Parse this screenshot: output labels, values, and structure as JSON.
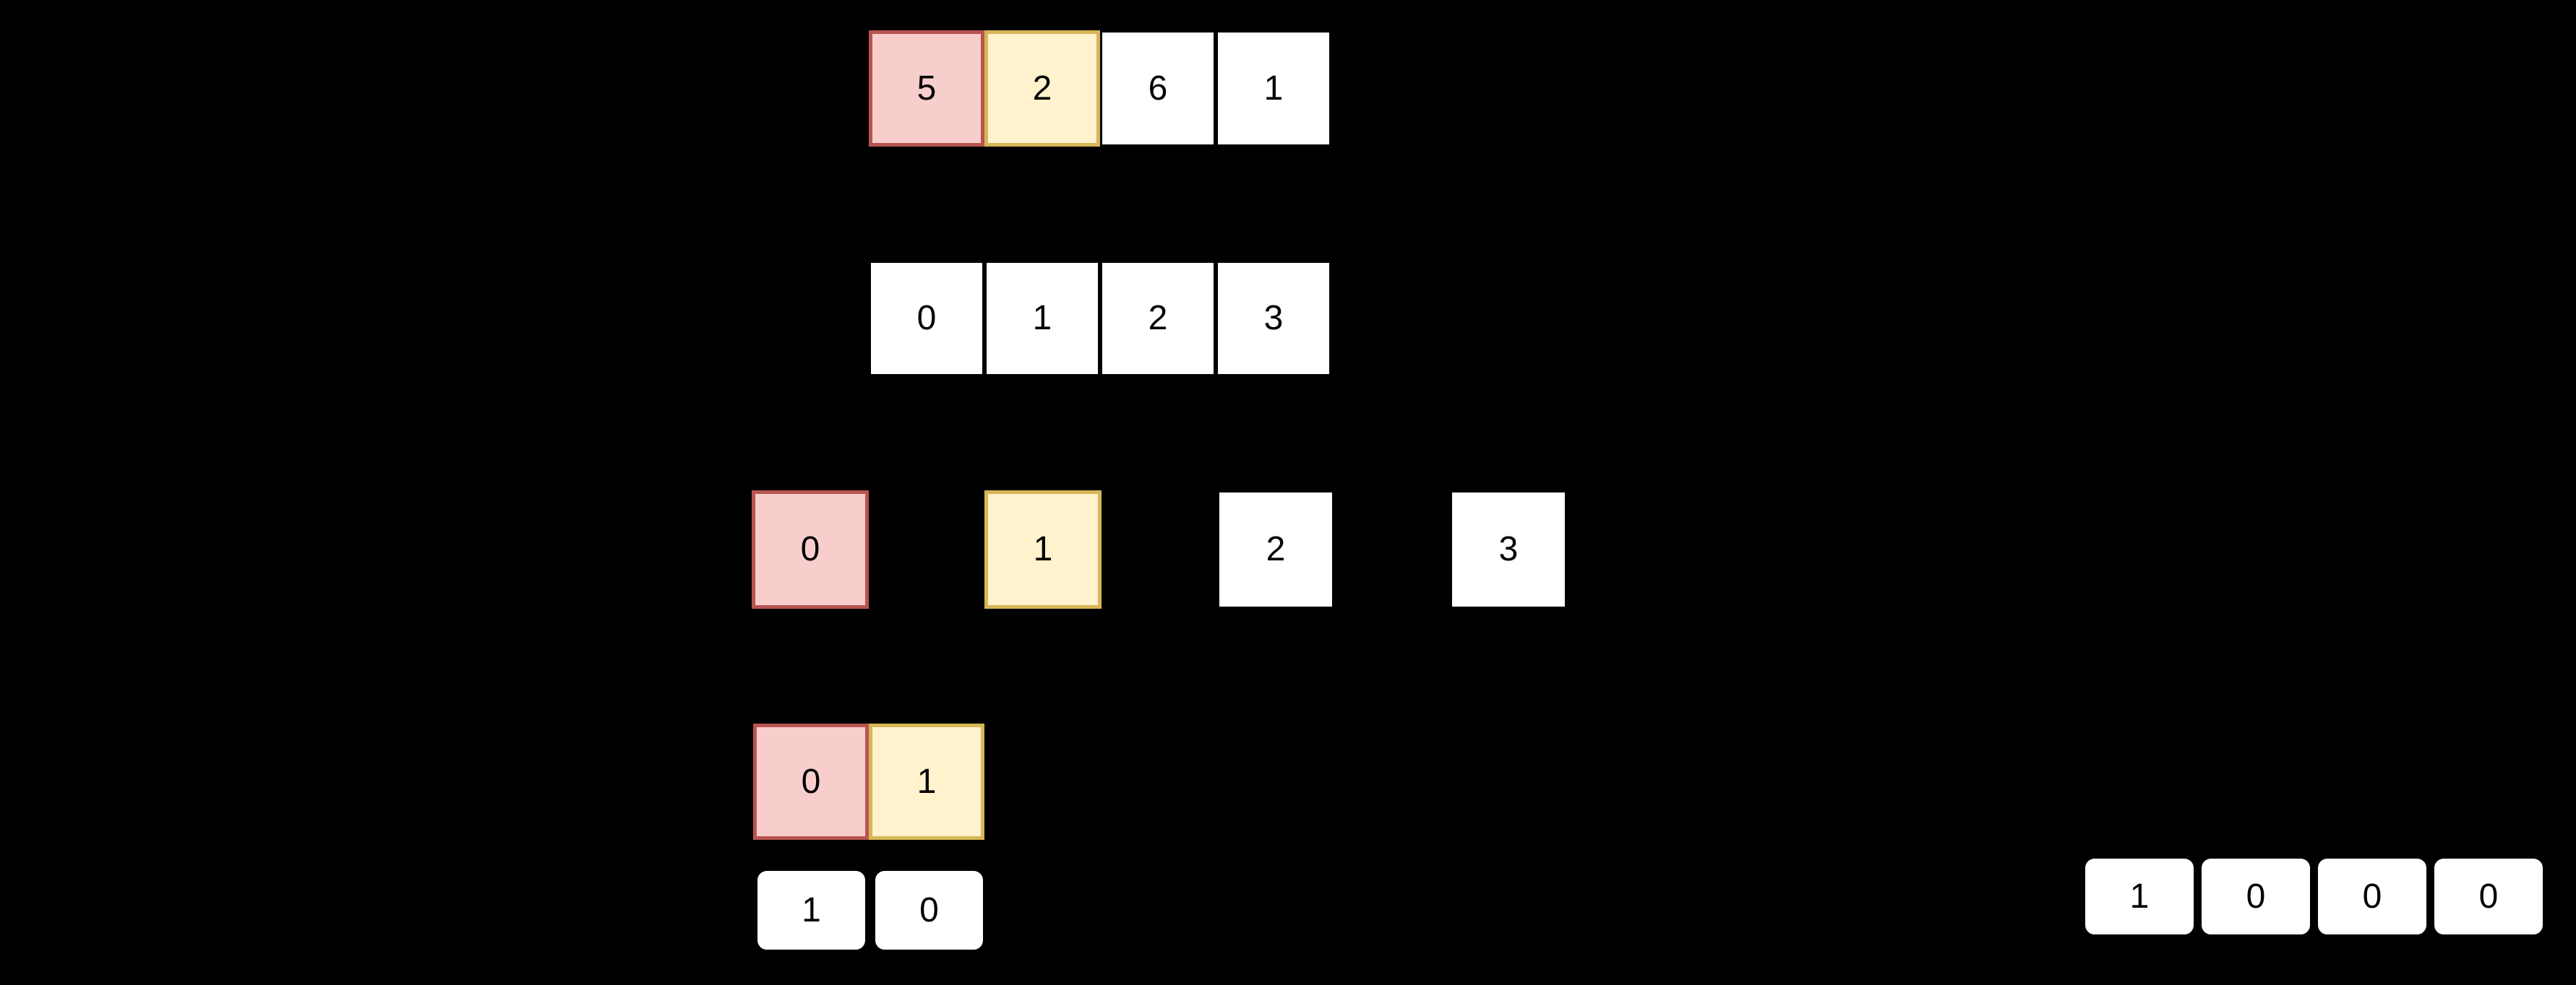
{
  "background_color": "#000000",
  "palette": {
    "highlight_red_fill": "#f8cecc",
    "highlight_red_border": "#b85450",
    "highlight_yellow_fill": "#fff2cc",
    "highlight_yellow_border": "#d6b656",
    "cell_fill": "#ffffff",
    "cell_border": "#000000",
    "text_color": "#000000"
  },
  "diagram": {
    "values_array": {
      "description": "top array of values",
      "cells": [
        {
          "value": "5",
          "style": "red"
        },
        {
          "value": "2",
          "style": "yellow"
        },
        {
          "value": "6",
          "style": "plain"
        },
        {
          "value": "1",
          "style": "plain"
        }
      ]
    },
    "index_array": {
      "description": "array index row",
      "cells": [
        {
          "value": "0",
          "style": "plain"
        },
        {
          "value": "1",
          "style": "plain"
        },
        {
          "value": "2",
          "style": "plain"
        },
        {
          "value": "3",
          "style": "plain"
        }
      ]
    },
    "index_nodes": {
      "description": "spaced index nodes",
      "cells": [
        {
          "value": "0",
          "style": "red"
        },
        {
          "value": "1",
          "style": "yellow"
        },
        {
          "value": "2",
          "style": "plain"
        },
        {
          "value": "3",
          "style": "plain"
        }
      ]
    },
    "pair_array": {
      "description": "highlighted index pair",
      "cells": [
        {
          "value": "0",
          "style": "red"
        },
        {
          "value": "1",
          "style": "yellow"
        }
      ]
    },
    "flag_pair": {
      "description": "rounded flag cells under pair",
      "cells": [
        {
          "value": "1",
          "style": "rounded"
        },
        {
          "value": "0",
          "style": "rounded"
        }
      ]
    },
    "visited_array": {
      "description": "rounded visited/flag array bottom right",
      "cells": [
        {
          "value": "1",
          "style": "rounded"
        },
        {
          "value": "0",
          "style": "rounded"
        },
        {
          "value": "0",
          "style": "rounded"
        },
        {
          "value": "0",
          "style": "rounded"
        }
      ]
    }
  }
}
